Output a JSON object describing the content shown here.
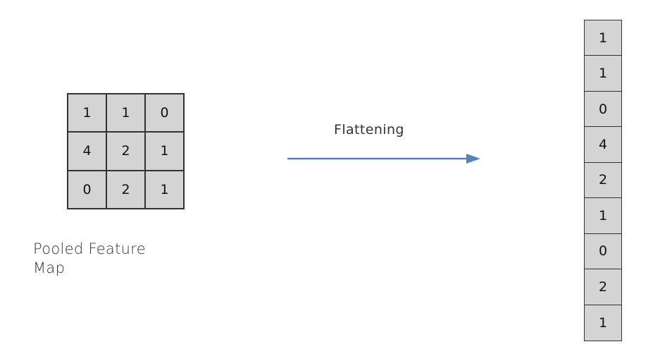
{
  "pooled_map": {
    "rows": [
      [
        "1",
        "1",
        "0"
      ],
      [
        "4",
        "2",
        "1"
      ],
      [
        "0",
        "2",
        "1"
      ]
    ],
    "caption_line1": "Pooled Feature",
    "caption_line2": "Map"
  },
  "arrow": {
    "label": "Flattening",
    "color": "#5b80b4"
  },
  "flattened": [
    "1",
    "1",
    "0",
    "4",
    "2",
    "1",
    "0",
    "2",
    "1"
  ],
  "colors": {
    "cell_fill": "#d4d4d4",
    "cell_border": "#333333"
  }
}
